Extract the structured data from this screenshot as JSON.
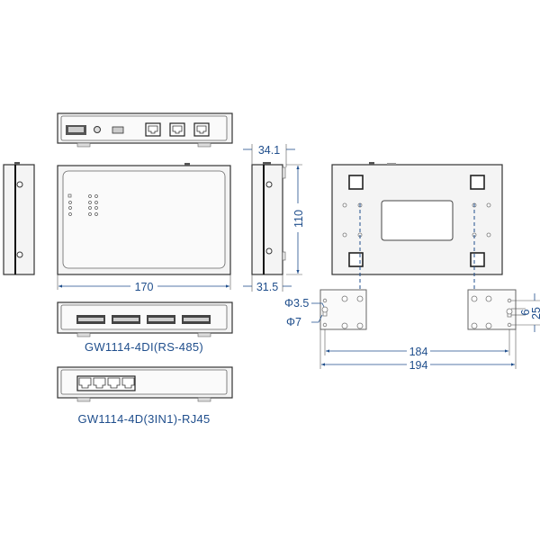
{
  "dimensions": {
    "width": "170",
    "height": "110",
    "depth_total": "34.1",
    "depth_body": "31.5",
    "mount_spacing_inner": "184",
    "mount_spacing_outer": "194",
    "hole_small": "Φ3.5",
    "hole_large": "Φ7",
    "slot_height": "6",
    "hole_spacing": "25"
  },
  "models": {
    "rs485": "GW1114-4DI(RS-485)",
    "rj45": "GW1114-4D(3IN1)-RJ45"
  },
  "colors": {
    "dimension": "#1f4e8c",
    "outline": "#333333"
  }
}
